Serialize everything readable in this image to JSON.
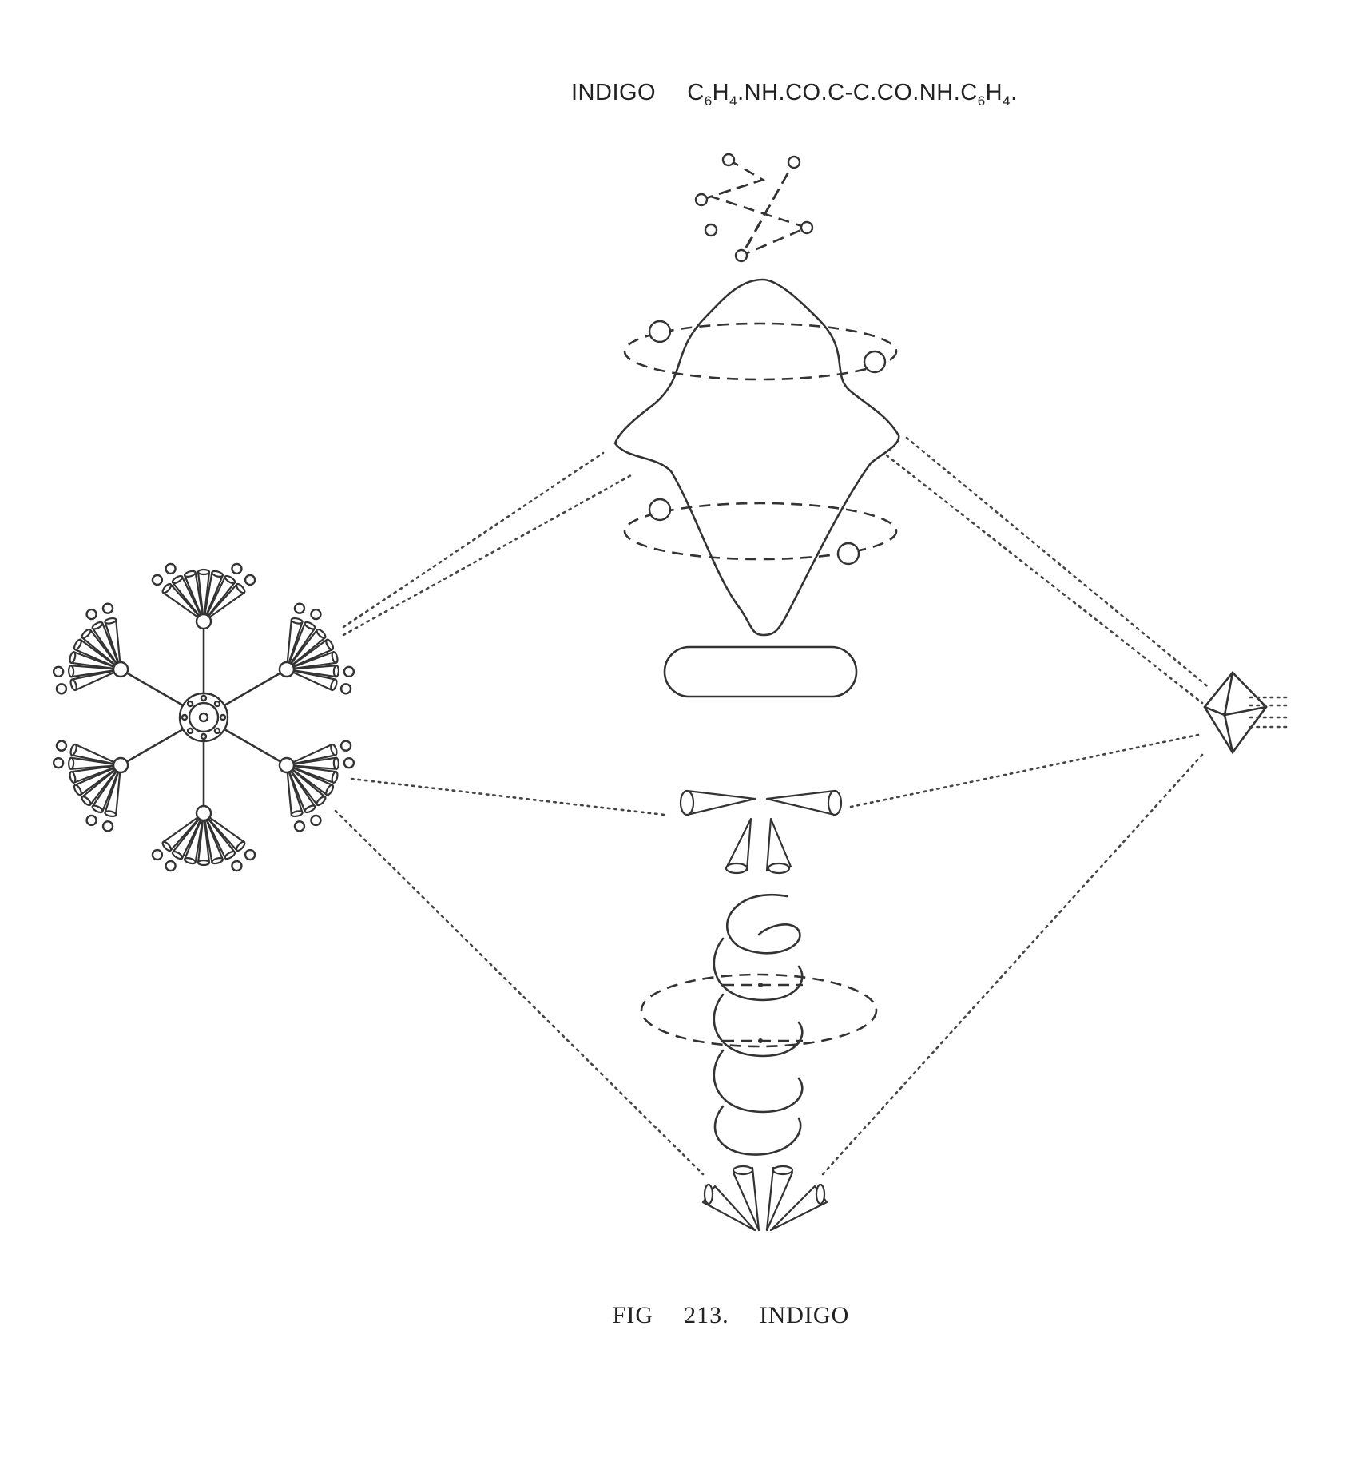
{
  "formula": {
    "name": "INDIGO",
    "parts": [
      {
        "t": "C"
      },
      {
        "s": "6"
      },
      {
        "t": "H"
      },
      {
        "s": "4"
      },
      {
        "t": ".NH.CO.C-C.CO.NH.C"
      },
      {
        "s": "6"
      },
      {
        "t": "H"
      },
      {
        "s": "4"
      },
      {
        "t": "."
      }
    ]
  },
  "caption": {
    "fig": "FIG",
    "number": "213.",
    "name": "INDIGO"
  },
  "colors": {
    "ink": "#333333",
    "paper": "#ffffff"
  }
}
